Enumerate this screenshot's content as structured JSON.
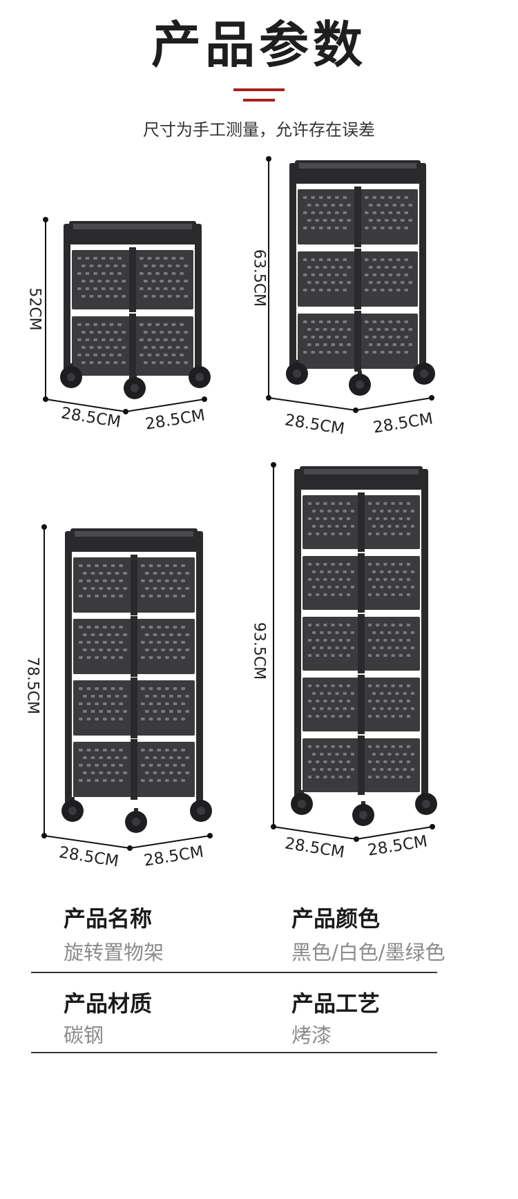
{
  "header": {
    "title": "产品参数",
    "subtitle": "尺寸为手工测量，允许存在误差",
    "accent_color": "#a8201a"
  },
  "products": [
    {
      "height_label": "52CM",
      "depth_left": "28.5CM",
      "depth_right": "28.5CM",
      "tiers": 2
    },
    {
      "height_label": "63.5CM",
      "depth_left": "28.5CM",
      "depth_right": "28.5CM",
      "tiers": 3
    },
    {
      "height_label": "78.5CM",
      "depth_left": "28.5CM",
      "depth_right": "28.5CM",
      "tiers": 4
    },
    {
      "height_label": "93.5CM",
      "depth_left": "28.5CM",
      "depth_right": "28.5CM",
      "tiers": 5
    }
  ],
  "specs": {
    "name_label": "产品名称",
    "name_value": "旋转置物架",
    "color_label": "产品颜色",
    "color_value": "黑色/白色/墨绿色",
    "material_label": "产品材质",
    "material_value": "碳钢",
    "craft_label": "产品工艺",
    "craft_value": "烤漆"
  },
  "colors": {
    "rack_body": "#3b3b3d",
    "rack_frame": "#2a2a2c",
    "slot": "#7a7a7e"
  }
}
